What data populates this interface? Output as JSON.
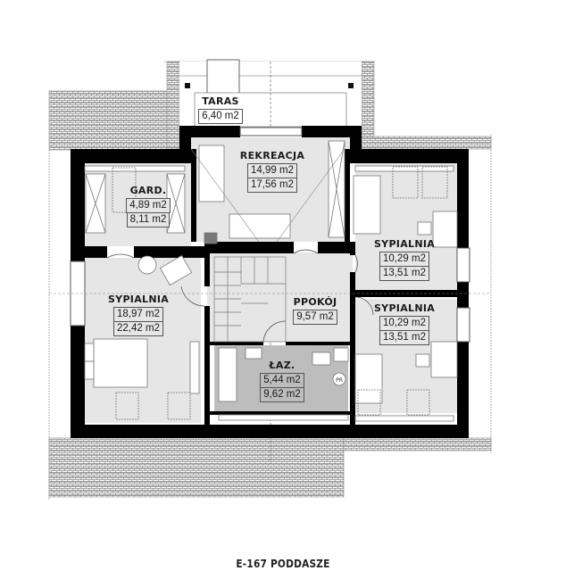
{
  "drawing": {
    "caption": "E-167 PODDASZE",
    "colors": {
      "wall": "#000000",
      "room_fill": "#e6e6e6",
      "bathroom_fill": "#bdbdbd",
      "roof_hatch": "#9a9a9a",
      "background": "#ffffff"
    }
  },
  "rooms": [
    {
      "id": "taras",
      "name": "TARAS",
      "areas": [
        "6,40 m2"
      ]
    },
    {
      "id": "rekreacja",
      "name": "REKREACJA",
      "areas": [
        "14,99 m2",
        "17,56 m2"
      ]
    },
    {
      "id": "gard",
      "name": "GARD.",
      "areas": [
        "4,89 m2",
        "8,11 m2"
      ]
    },
    {
      "id": "sypialnia-ne",
      "name": "SYPIALNIA",
      "areas": [
        "10,29 m2",
        "13,51 m2"
      ]
    },
    {
      "id": "sypialnia-w",
      "name": "SYPIALNIA",
      "areas": [
        "18,97 m2",
        "22,42 m2"
      ]
    },
    {
      "id": "ppokoj",
      "name": "PPOKÓJ",
      "areas": [
        "9,57 m2"
      ]
    },
    {
      "id": "sypialnia-se",
      "name": "SYPIALNIA",
      "areas": [
        "10,29 m2",
        "13,51 m2"
      ]
    },
    {
      "id": "laz",
      "name": "ŁAZ.",
      "areas": [
        "5,44 m2",
        "9,62 m2"
      ]
    }
  ],
  "fixtures": {
    "pr_label": "PR"
  }
}
